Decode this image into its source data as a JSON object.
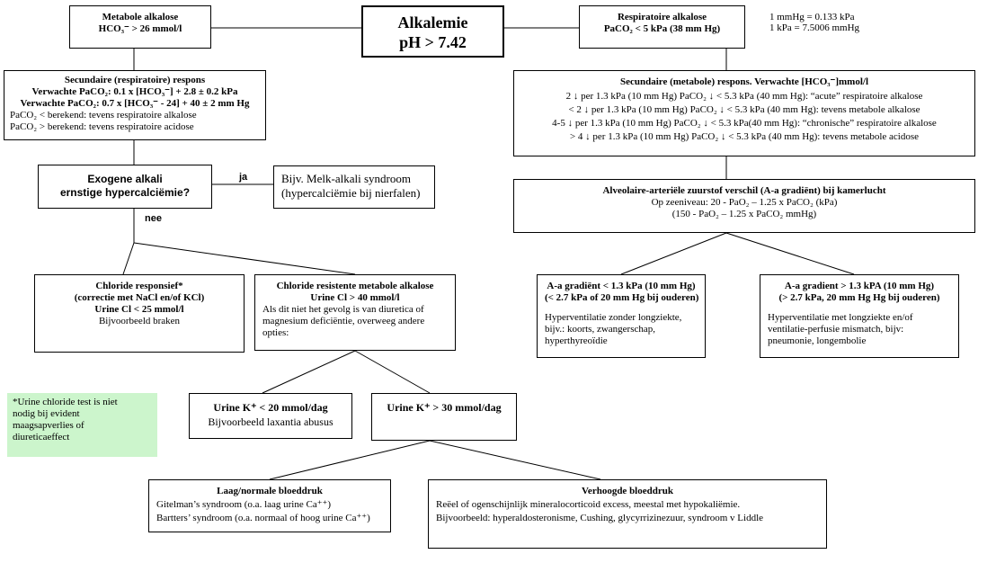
{
  "title": {
    "line1": "Alkalemie",
    "line2": "pH > 7.42"
  },
  "conversion": {
    "line1": "1 mmHg = 0.133 kPa",
    "line2": "1 kPa = 7.5006 mmHg"
  },
  "metabolic": {
    "line1": "Metabole alkalose",
    "line2": "HCO₃⁻ > 26 mmol/l"
  },
  "respiratory": {
    "line1": "Respiratoire alkalose",
    "line2": "PaCO₂ < 5 kPa (38 mm Hg)"
  },
  "secondary_resp": {
    "title": "Secundaire (respiratoire) respons",
    "line1": "Verwachte PaCO₂: 0.1 x [HCO₃⁻] + 2.8 ± 0.2 kPa",
    "line2": "Verwachte PaCO₂: 0.7 x [HCO₃⁻ - 24] + 40 ± 2 mm Hg",
    "line3": "PaCO₂ < berekend: tevens respiratoire alkalose",
    "line4": "PaCO₂ > berekend: tevens respiratoire acidose"
  },
  "secondary_met": {
    "title": "Secundaire (metabole) respons. Verwachte [HCO₃⁻]mmol/l",
    "line1": "2 ↓ per 1.3 kPa (10 mm Hg) PaCO₂ ↓ < 5.3 kPa (40 mm Hg): “acute” respiratoire alkalose",
    "line2": "< 2 ↓ per 1.3 kPa (10 mm Hg) PaCO₂ ↓ < 5.3 kPa (40 mm Hg): tevens metabole alkalose",
    "line3": "4-5 ↓ per 1.3 kPa (10 mm Hg) PaCO₂ ↓ < 5.3 kPa(40 mm Hg): “chronische” respiratoire alkalose",
    "line4": "> 4 ↓ per 1.3 kPa (10 mm Hg) PaCO₂ ↓ < 5.3 kPa (40 mm Hg): tevens metabole acidose"
  },
  "exogenous": {
    "line1": "Exogene alkali",
    "line2": "ernstige hypercalciëmie?"
  },
  "yes_label": "ja",
  "no_label": "nee",
  "milk_alkali": {
    "line1": "Bijv. Melk-alkali syndroom",
    "line2": "(hypercalciëmie bij nierfalen)"
  },
  "aa_gradient": {
    "title": "Alveolaire-arteriële  zuurstof verschil (A-a gradiënt) bij kamerlucht",
    "line1": "Op zeeniveau:  20 - PaO₂ – 1.25 x PaCO₂ (kPa)",
    "line2": "(150 - PaO₂ – 1.25 x PaCO₂ mmHg)"
  },
  "chloride_resp": {
    "title": "Chloride responsief*",
    "line1": "(correctie met NaCl en/of KCl)",
    "line2": "Urine Cl < 25 mmol/l",
    "line3": "Bijvoorbeeld  braken"
  },
  "chloride_resist": {
    "title": "Chloride resistente metabole alkalose",
    "line1": "Urine Cl > 40 mmol/l",
    "line2": "Als dit niet het gevolg is van diuretica of",
    "line3": "magnesium deficiëntie,  overweeg andere",
    "line4": "opties:"
  },
  "aa_low": {
    "title1": "A-a gradiënt < 1.3 kPa (10 mm Hg)",
    "title2": "(< 2.7 kPa of 20 mm Hg bij ouderen)",
    "line1": "Hyperventilatie  zonder longziekte,",
    "line2": "bijv.: koorts, zwangerschap,",
    "line3": "hyperthyreoïdie"
  },
  "aa_high": {
    "title1": "A-a gradient > 1.3 kPA (10 mm Hg)",
    "title2": "(> 2.7 kPa, 20 mm Hg Hg bij ouderen)",
    "line1": "Hyperventilatie  met longziekte en/of",
    "line2": "ventilatie-perfusie  mismatch,  bijv:",
    "line3": "pneumonie, longembolie"
  },
  "note": {
    "line1": "*Urine chloride test is niet",
    "line2": "nodig bij evident",
    "line3": "maagsapverlies of",
    "line4": "diureticaeffect"
  },
  "urine_k_low": {
    "title": "Urine K⁺ < 20 mmol/dag",
    "line1": "Bijvoorbeeld laxantia abusus"
  },
  "urine_k_high": {
    "title": "Urine K⁺ > 30 mmol/dag"
  },
  "bp_normal": {
    "title": "Laag/normale bloeddruk",
    "line1": "Gitelman’s syndroom (o.a. laag urine Ca⁺⁺)",
    "line2": "Bartters’ syndroom (o.a. normaal  of hoog urine Ca⁺⁺)"
  },
  "bp_high": {
    "title": "Verhoogde bloeddruk",
    "line1": "Reëel of ogenschijnlijk mineralocorticoid  excess, meestal met hypokaliëmie.",
    "line2": "Bijvoorbeeld:  hyperaldosteronisme,  Cushing, glycyrrizinezuur,  syndroom v Liddle"
  },
  "colors": {
    "note_bg": "#ccf5cc",
    "line": "#000000"
  }
}
